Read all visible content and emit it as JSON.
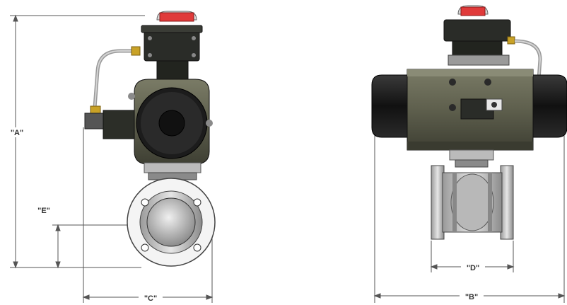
{
  "diagram": {
    "dimension_labels": {
      "a": "\"A\"",
      "b": "\"B\"",
      "c": "\"C\"",
      "d": "\"D\"",
      "e": "\"E\""
    },
    "views": [
      "front-view",
      "side-view"
    ]
  },
  "colors": {
    "actuator_body": "#3a3d35",
    "actuator_side": "#6e6f5c",
    "end_cap": "#1a1a1a",
    "valve_steel": "#c8c8c8",
    "indicator_red": "#e03a3a",
    "brass": "#c9a227",
    "dimension_line": "#555555"
  }
}
